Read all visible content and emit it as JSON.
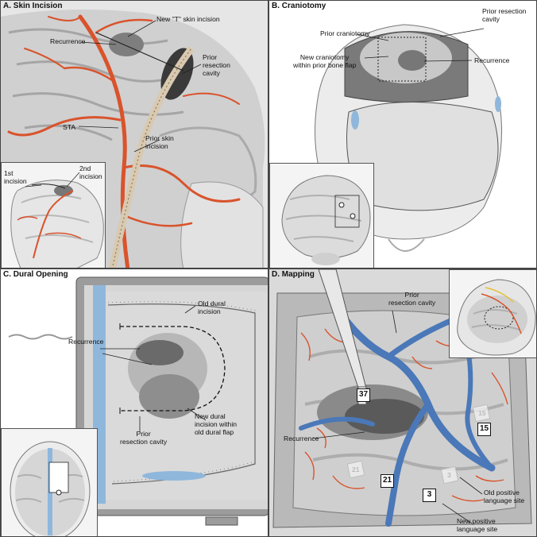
{
  "panels": {
    "a": {
      "title": "A. Skin Incision",
      "labels": {
        "new_t_incision": "New \"T\" skin incision",
        "recurrence": "Recurrence",
        "prior_resection_cavity": "Prior\nresection\ncavity",
        "sta": "STA",
        "prior_skin_incision": "Prior skin\nincision"
      },
      "inset": {
        "first_incision": "1st\nincision",
        "second_incision": "2nd\nincision"
      }
    },
    "b": {
      "title": "B. Craniotomy",
      "labels": {
        "prior_craniotomy": "Prior craniotomy",
        "prior_resection_cavity": "Prior resection\ncavity",
        "new_craniotomy": "New craniotomy\nwithin prior bone flap",
        "recurrence": "Recurrence"
      }
    },
    "c": {
      "title": "C. Dural Opening",
      "labels": {
        "old_dural_incision": "Old dural\nincision",
        "recurrence": "Recurrence",
        "new_dural_incision": "New dural\nincision within\nold dural flap",
        "prior_resection_cavity": "Prior\nresection cavity"
      }
    },
    "d": {
      "title": "D. Mapping",
      "labels": {
        "prior_resection_cavity": "Prior\nresection cavity",
        "recurrence": "Recurrence",
        "old_positive_site": "Old positive\nlanguage site",
        "new_positive_site": "New positive\nlanguage site"
      },
      "site_tags": [
        "37",
        "15",
        "21",
        "3"
      ],
      "ghost_tags": [
        "15",
        "21",
        "3"
      ]
    }
  },
  "colors": {
    "artery": "#d9532c",
    "vein": "#4a78b8",
    "dura_blue": "#8fb7dc",
    "brain": "#d2d2d2"
  }
}
